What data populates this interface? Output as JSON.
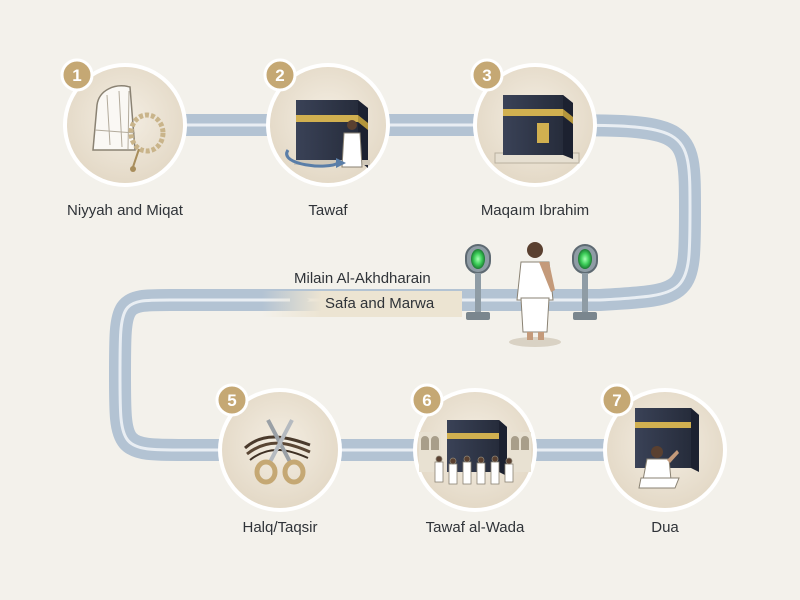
{
  "steps": [
    {
      "number": "1",
      "label": "Niyyah and Miqat"
    },
    {
      "number": "2",
      "label": "Tawaf"
    },
    {
      "number": "3",
      "label": "Maqaım Ibrahim"
    },
    {
      "number": "5",
      "label": "Halq/Taqsir"
    },
    {
      "number": "6",
      "label": "Tawaf al-Wada"
    },
    {
      "number": "7",
      "label": "Dua"
    }
  ],
  "sai": {
    "line1": "Milain Al-Akhdharain",
    "line2": "Safa and Marwa"
  },
  "colors": {
    "background": "#f3f1eb",
    "path": "#b7c6d5",
    "circle_fill": "#ebe3d4",
    "circle_border": "#ffffff",
    "badge": "#c5a874",
    "kaaba": "#2d3446",
    "gold_band": "#d1b050",
    "green_light": "#3ecf5a"
  }
}
